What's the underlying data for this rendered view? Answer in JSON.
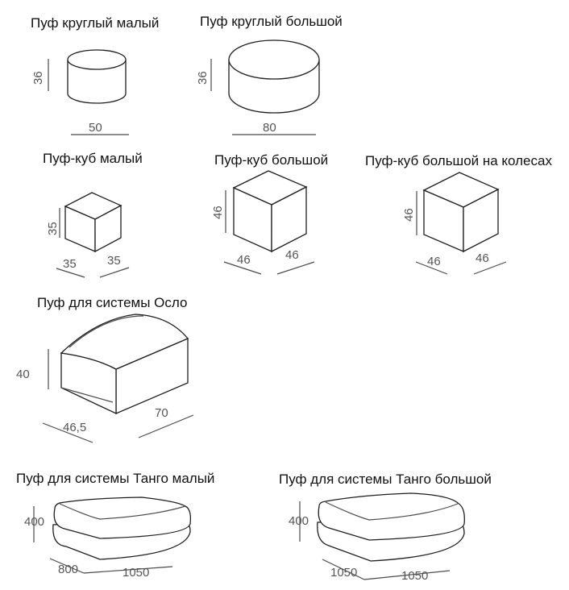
{
  "items": [
    {
      "title": "Пуф круглый малый",
      "height": "36",
      "width": "50"
    },
    {
      "title": "Пуф круглый большой",
      "height": "36",
      "width": "80"
    },
    {
      "title": "Пуф-куб малый",
      "height": "35",
      "depth": "35",
      "width": "35"
    },
    {
      "title": "Пуф-куб большой",
      "height": "46",
      "depth": "46",
      "width": "46"
    },
    {
      "title": "Пуф-куб большой на колесах",
      "height": "46",
      "depth": "46",
      "width": "46"
    },
    {
      "title": "Пуф для системы Осло",
      "height": "40",
      "depth": "46,5",
      "width": "70"
    },
    {
      "title": "Пуф для системы Танго малый",
      "height": "400",
      "depth": "800",
      "width": "1050"
    },
    {
      "title": "Пуф для системы Танго большой",
      "height": "400",
      "depth": "1050",
      "width": "1050"
    }
  ]
}
